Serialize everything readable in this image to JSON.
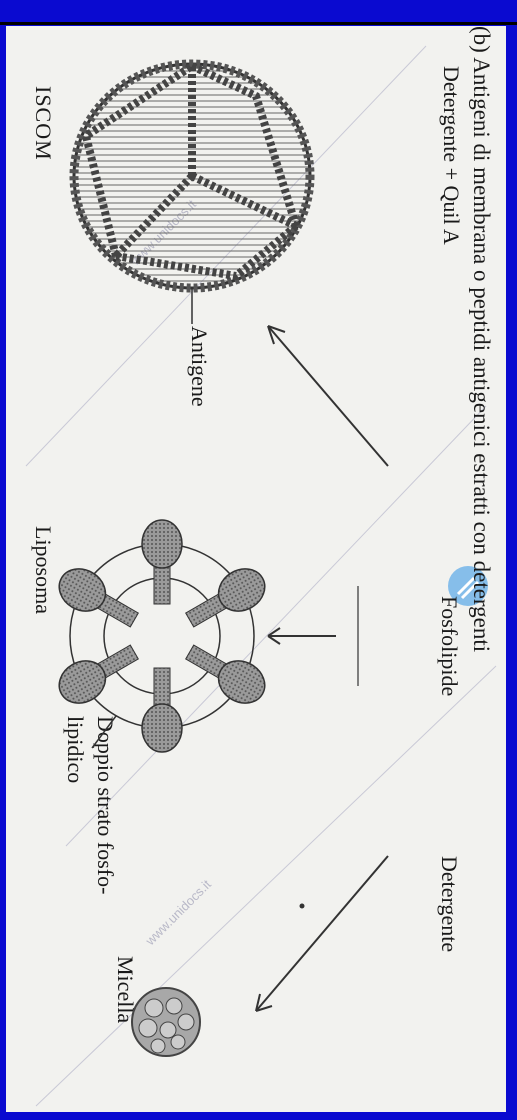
{
  "caption": "(b) Antigeni di membrana o peptidi antigenici estratti con detergenti",
  "labels": {
    "detergente_quil": "Detergente + Quil A",
    "iscom": "ISCOM",
    "antigene": "Antigene",
    "fosfolipide": "Fosfolipide",
    "liposoma": "Liposoma",
    "doppio_strato_1": "Doppio strato fosfo-",
    "doppio_strato_2": "lipidico",
    "detergente": "Detergente",
    "micella": "Micella"
  },
  "watermark": "www.unidocs.it",
  "colors": {
    "frame": "#0a0ad0",
    "panel": "#f2f2ef",
    "ink": "#1a1a1a",
    "accent": "#6ab0e8"
  }
}
